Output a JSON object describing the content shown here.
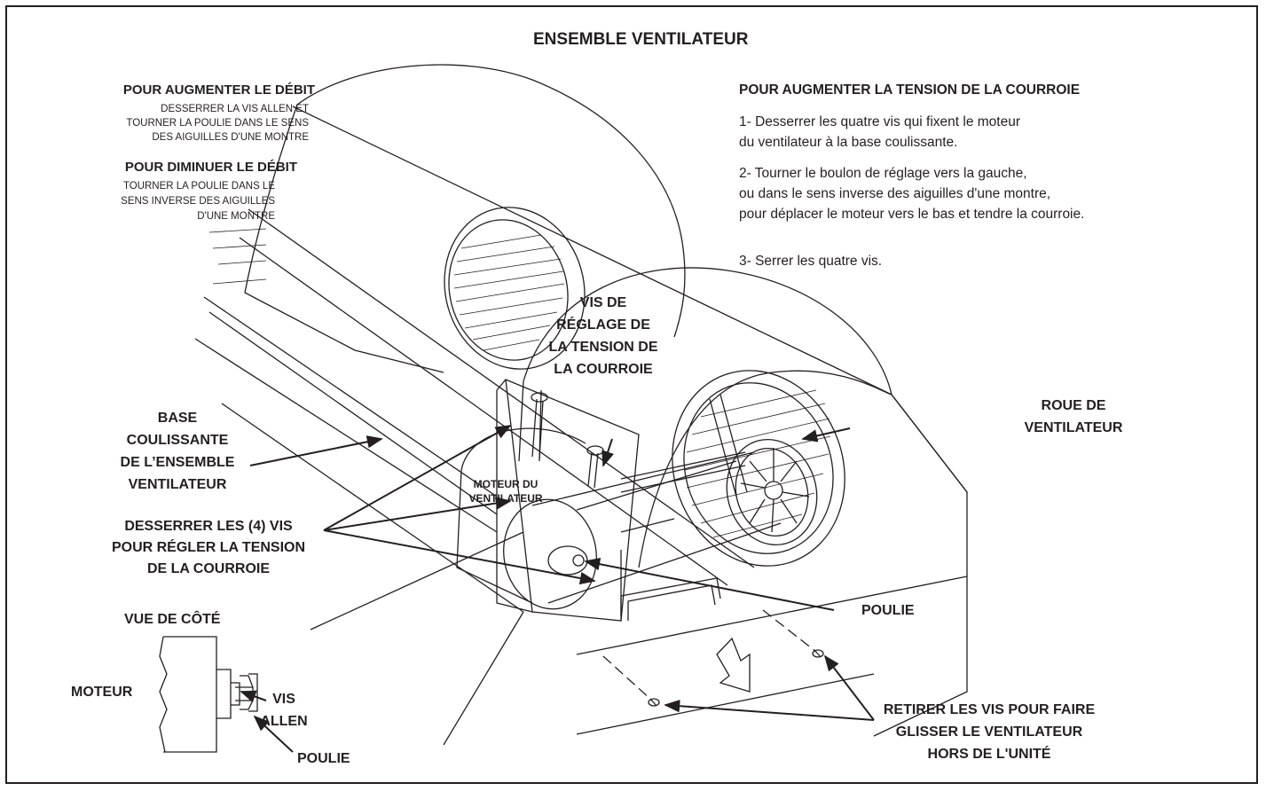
{
  "title": "ENSEMBLE VENTILATEUR",
  "left_note": {
    "increase_title": "POUR AUGMENTER LE DÉBIT",
    "increase_lines": [
      "DESSERRER LA VIS ALLEN ET",
      "TOURNER LA POULIE DANS LE SENS",
      "DES AIGUILLES D'UNE MONTRE"
    ],
    "decrease_title": "POUR DIMINUER LE DÉBIT",
    "decrease_lines": [
      "TOURNER LA POULIE DANS LE",
      "SENS INVERSE DES AIGUILLES",
      "D'UNE MONTRE"
    ]
  },
  "instructions": {
    "heading": "POUR AUGMENTER LA TENSION DE LA COURROIE",
    "step1": [
      "1- Desserrer les quatre vis qui fixent le moteur",
      "du ventilateur à la base coulissante."
    ],
    "step2": [
      "2- Tourner le boulon de réglage vers la gauche,",
      "ou dans le sens inverse des aiguilles d'une montre,",
      "pour déplacer le moteur vers le bas et tendre la courroie."
    ],
    "step3": [
      "3- Serrer les quatre vis."
    ]
  },
  "labels": {
    "tension_screw": [
      "VIS DE",
      "RÉGLAGE DE",
      "LA TENSION DE",
      "LA COURROIE"
    ],
    "slide_base": [
      "BASE",
      "COULISSANTE",
      "DE L’ENSEMBLE",
      "VENTILATEUR"
    ],
    "motor": [
      "MOTEUR DU",
      "VENTILATEUR"
    ],
    "loosen_screws": [
      "DESSERRER LES (4) VIS",
      "POUR RÉGLER LA TENSION",
      "DE LA COURROIE"
    ],
    "fan_wheel": [
      "ROUE DE",
      "VENTILATEUR"
    ],
    "pulley": "POULIE",
    "remove_screws": [
      "RETIRER LES VIS POUR FAIRE",
      "GLISSER LE VENTILATEUR",
      "HORS DE L'UNITÉ"
    ]
  },
  "side_view": {
    "title": "VUE DE CÔTÉ",
    "motor": "MOTEUR",
    "allen": [
      "VIS",
      "ALLEN"
    ],
    "pulley": "POULIE"
  }
}
